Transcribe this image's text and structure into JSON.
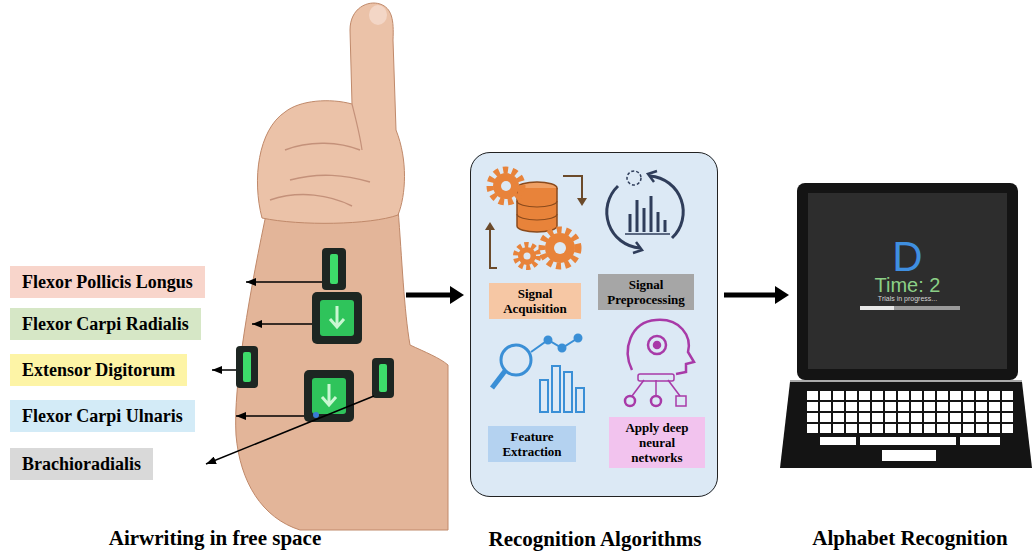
{
  "diagram": {
    "nodes": [
      {
        "text": [
          "Airwriting in free space"
        ]
      },
      {
        "text": [
          "Flexor Pollicis Longus"
        ]
      },
      {
        "text": [
          "Flexor Carpi Radialis"
        ]
      },
      {
        "text": [
          "Extensor Digitorum"
        ]
      },
      {
        "text": [
          "Flexor Carpi Ulnaris"
        ]
      },
      {
        "text": [
          "Brachioradialis"
        ]
      },
      {
        "text": [
          "Recognition Algorithms"
        ]
      },
      {
        "text": [
          "Signal Acquisition"
        ],
        "in": 6
      },
      {
        "text": [
          "Signal Preprocessing"
        ],
        "in": 6
      },
      {
        "text": [
          "Feature Extraction"
        ],
        "in": 6
      },
      {
        "text": [
          "Apply deep neural networks"
        ],
        "in": 6
      },
      {
        "text": [
          "D",
          "Time: 2",
          "Trials in progress...",
          "Alphabet Recognition"
        ]
      }
    ],
    "edges": [
      {
        "from": 0,
        "to": 6,
        "arrow": "to"
      },
      {
        "from": 6,
        "to": 11,
        "arrow": "to"
      }
    ]
  }
}
